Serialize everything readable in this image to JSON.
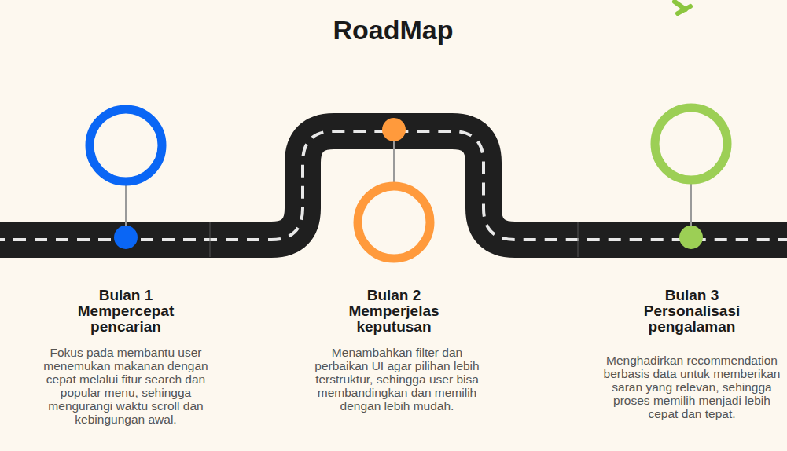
{
  "diagram": {
    "title": "RoadMap",
    "labels": [
      "Bulan 1 Mempercepat pencarian",
      "Fokus pada membantu user menemukan makanan dengan cepat melalui fitur search dan popular menu, sehingga mengurangi waktu scroll dan kebingungan awal.",
      "Bulan 2 Memperjelas keputusan",
      "Menambahkan filter dan perbaikan UI agar pilihan lebih terstruktur, sehingga user bisa membandingkan dan memilih dengan lebih mudah.",
      "Bulan 3 Personalisasi pengalaman",
      "Menghadirkan recommendation berbasis data untuk memberikan saran yang relevan, sehingga proses memilih menjadi lebih cepat dan tepat."
    ]
  }
}
